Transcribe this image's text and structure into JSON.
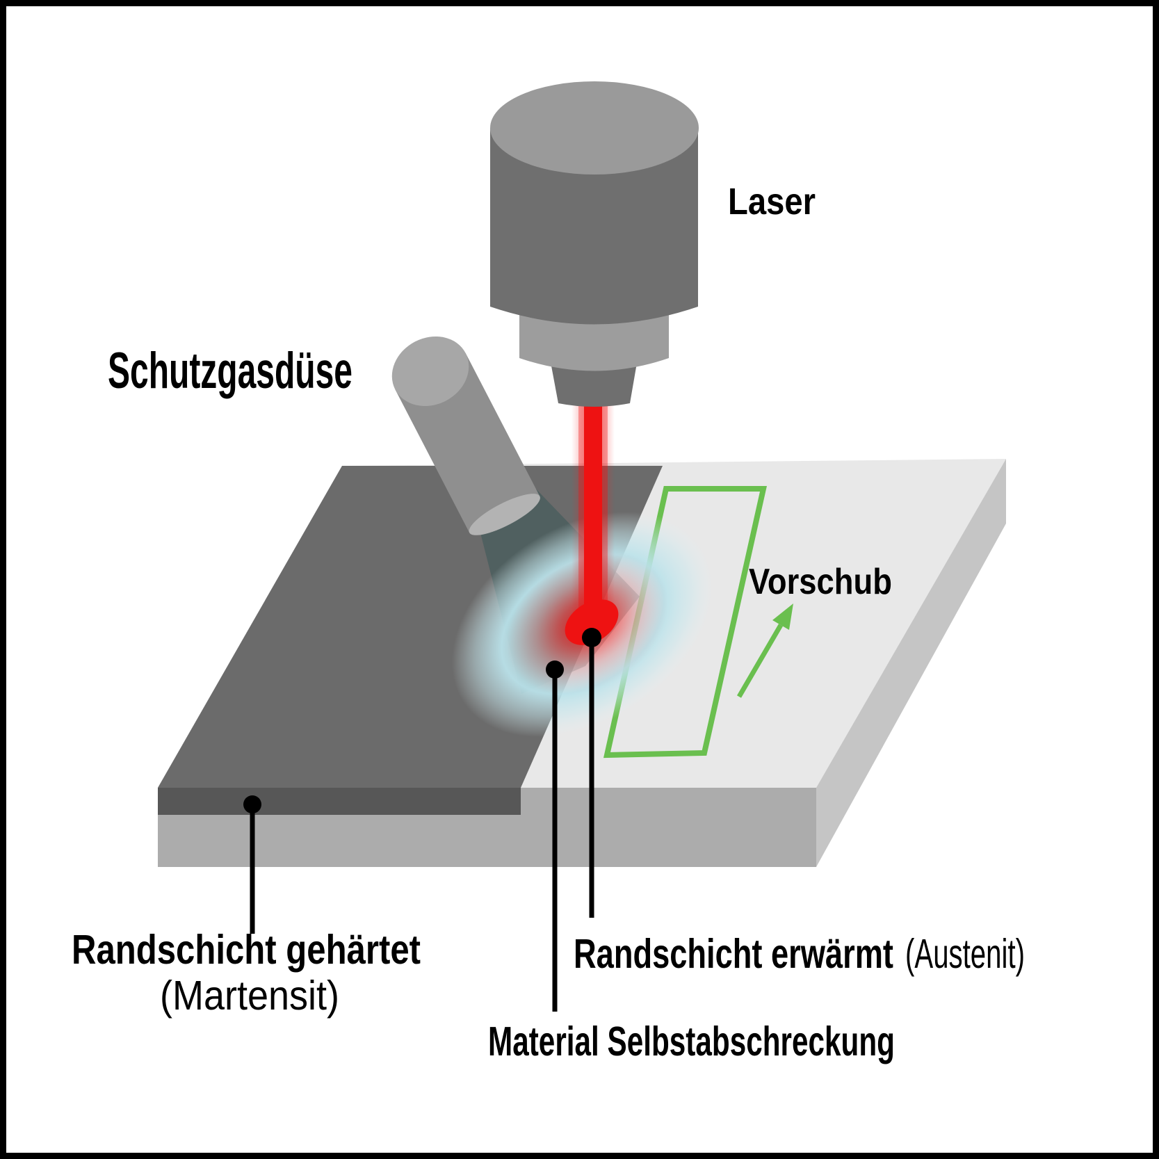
{
  "labels": {
    "laser": "Laser",
    "gas_nozzle": "Schutzgasdüse",
    "feed": "Vorschub",
    "hardened_line1": "Randschicht gehärtet",
    "hardened_line2": "(Martensit)",
    "heated_bold": "Randschicht erwärmt",
    "heated_paren": "(Austenit)",
    "self_quench": "Material Selbstabschreckung"
  },
  "colors": {
    "green": "#6abf4f",
    "beam_red": "#ee1212",
    "spot_red": "#ee1212",
    "glow_cyan": "#bce2e8",
    "plate_top_light": "#e8e8e8",
    "plate_top_dark": "#6b6b6b",
    "plate_front": "#acacac",
    "plate_front_dark_strip": "#575757",
    "plate_right": "#c5c5c5",
    "machine_body": "#6f6f6f",
    "machine_top": "#9a9a9a",
    "machine_collar": "#9d9d9d",
    "nozzle_body": "#8f8f8f",
    "nozzle_cap": "#a7a7a7",
    "nozzle_rim": "#b3b3b3",
    "callout_black": "#000000"
  }
}
